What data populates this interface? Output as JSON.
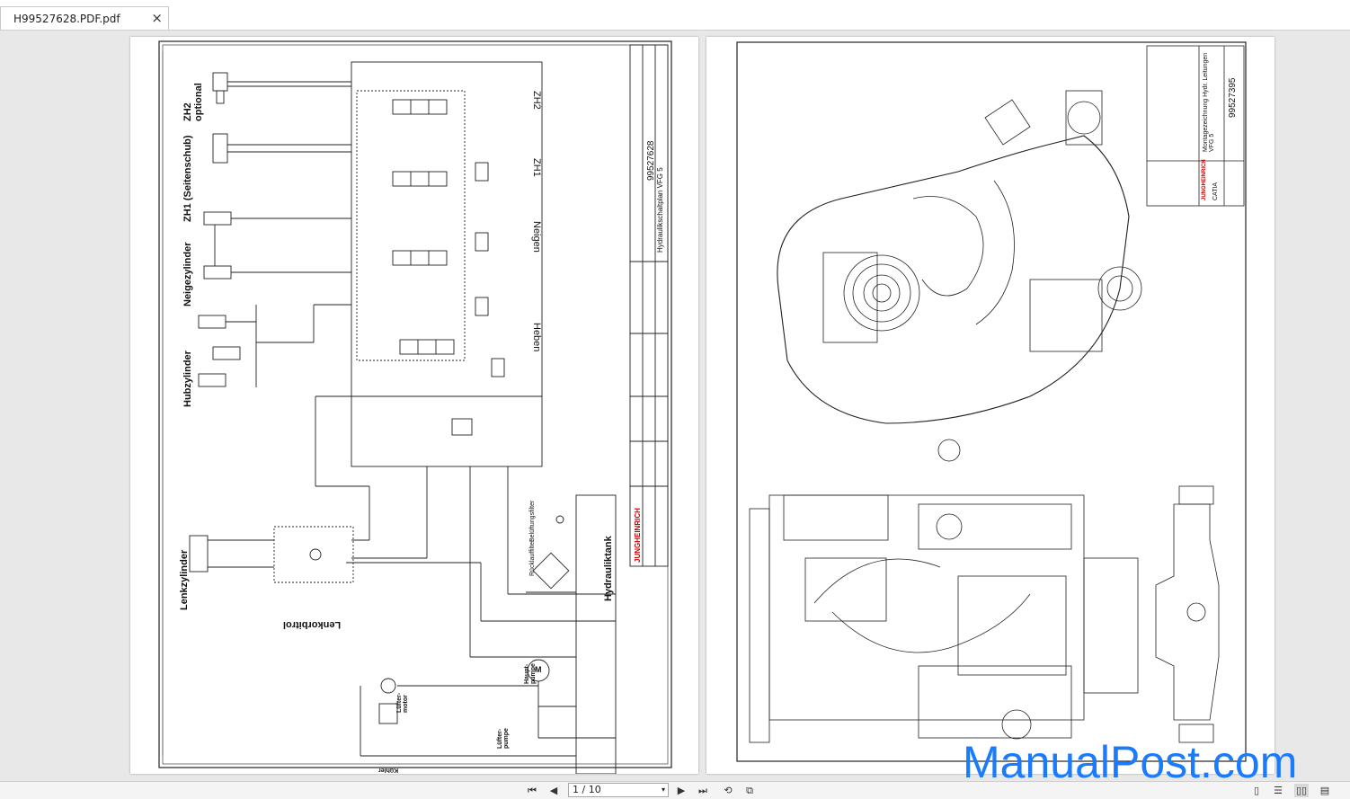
{
  "tab": {
    "title": "H99527628.PDF.pdf",
    "close": "×"
  },
  "page1": {
    "labels": {
      "zh2": "ZH2",
      "optional": "optional",
      "zh1": "ZH1 (Seitenschub)",
      "neigezylinder": "Neigezylinder",
      "hubzylinder": "Hubzylinder",
      "lenkzylinder": "Lenkzylinder",
      "lenkorbitrol": "Lenkorbitrol",
      "zh2_side": "ZH2",
      "zh1_side": "ZH1",
      "neigen": "Neigen",
      "heben": "Heben",
      "hydrauliktank": "Hydrauliktank",
      "belueftungsfilter": "Belüftungsfilter",
      "ruecklauffilter": "Rücklauffilter",
      "hauptpumpe": "Haupt-\npumpe",
      "luefter_motor": "Lüfter-\nmotor",
      "luefter_pumpe": "Lüfter-\npumpe",
      "kuehler": "Kühler",
      "pump_symbol": "M"
    },
    "title_block": {
      "doc_number": "99527628",
      "doc_title": "Hydraulikschaltplan VFG 5",
      "brand": "JUNGHEINRICH"
    }
  },
  "page2": {
    "title_block": {
      "description": "Montagezeichnung Hydr. Leitungen VFG 5",
      "doc_number": "99527395",
      "brand": "JUNGHEINRICH",
      "catia": "CATIA"
    }
  },
  "watermark": "ManualPost.com",
  "toolbar": {
    "page_indicator": "1 / 10",
    "dropdown": "▾"
  },
  "colors": {
    "watermark": "#1a7bff",
    "viewer_bg": "#e8e8e8"
  }
}
